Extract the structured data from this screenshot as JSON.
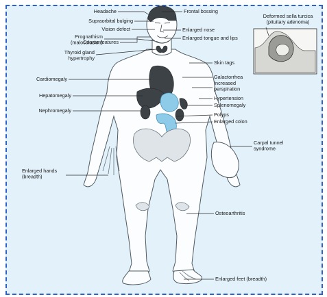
{
  "figure": {
    "inset_label": [
      "Deformed sella turcica",
      "(pituitary adenoma)"
    ],
    "labels_left": [
      {
        "id": "headache",
        "lines": [
          "Headache"
        ]
      },
      {
        "id": "supraorbital-bulging",
        "lines": [
          "Supraorbital bulging"
        ]
      },
      {
        "id": "vision-defect",
        "lines": [
          "Vision defect"
        ]
      },
      {
        "id": "prognathism",
        "lines": [
          "Prognathism",
          "(malocclusion)"
        ]
      },
      {
        "id": "coarse-features",
        "lines": [
          "Coarse features"
        ]
      },
      {
        "id": "thyroid",
        "lines": [
          "Thyroid gland",
          "hypertrophy"
        ]
      },
      {
        "id": "cardiomegaly",
        "lines": [
          "Cardiomegaly"
        ]
      },
      {
        "id": "hepatomegaly",
        "lines": [
          "Hepatomegaly"
        ]
      },
      {
        "id": "nephromegaly",
        "lines": [
          "Nephromegaly"
        ]
      },
      {
        "id": "enlarged-hands",
        "lines": [
          "Enlarged hands",
          "(breadth)"
        ]
      }
    ],
    "labels_right": [
      {
        "id": "frontal-bossing",
        "lines": [
          "Frontal bossing"
        ]
      },
      {
        "id": "enlarged-nose",
        "lines": [
          "Enlarged nose"
        ]
      },
      {
        "id": "enlarged-tongue",
        "lines": [
          "Enlarged tongue and lips"
        ]
      },
      {
        "id": "skin-tags",
        "lines": [
          "Skin tags"
        ]
      },
      {
        "id": "galactorrhea",
        "lines": [
          "Galactorrhea"
        ]
      },
      {
        "id": "increased-perspiration",
        "lines": [
          "Increased",
          "perspiration"
        ]
      },
      {
        "id": "hypertension",
        "lines": [
          "Hypertension"
        ]
      },
      {
        "id": "splenomegaly",
        "lines": [
          "Splenomegaly"
        ]
      },
      {
        "id": "polyps",
        "lines": [
          "Polyps"
        ]
      },
      {
        "id": "enlarged-colon",
        "lines": [
          "Enlarged colon"
        ]
      },
      {
        "id": "carpal-tunnel",
        "lines": [
          "Carpal tunnel",
          "syndrome"
        ]
      },
      {
        "id": "osteoarthritis",
        "lines": [
          "Osteoarthritis"
        ]
      },
      {
        "id": "enlarged-feet",
        "lines": [
          "Enlarged feet (breadth)"
        ]
      }
    ]
  }
}
